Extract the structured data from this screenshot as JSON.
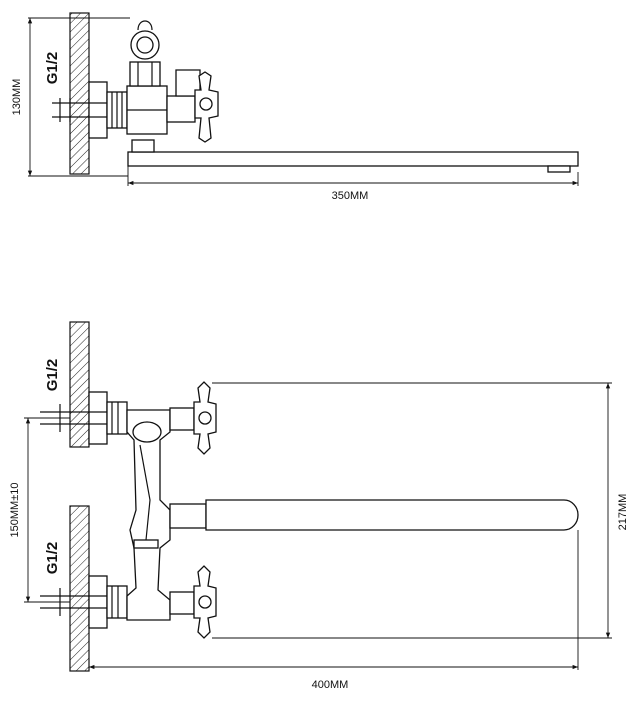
{
  "top_view": {
    "thread_label": "G1/2",
    "height_label": "130MM",
    "length_label": "350MM"
  },
  "bottom_view": {
    "upper_thread_label": "G1/2",
    "lower_thread_label": "G1/2",
    "spacing_label": "150MM±10",
    "height_label": "217MM",
    "length_label": "400MM"
  }
}
